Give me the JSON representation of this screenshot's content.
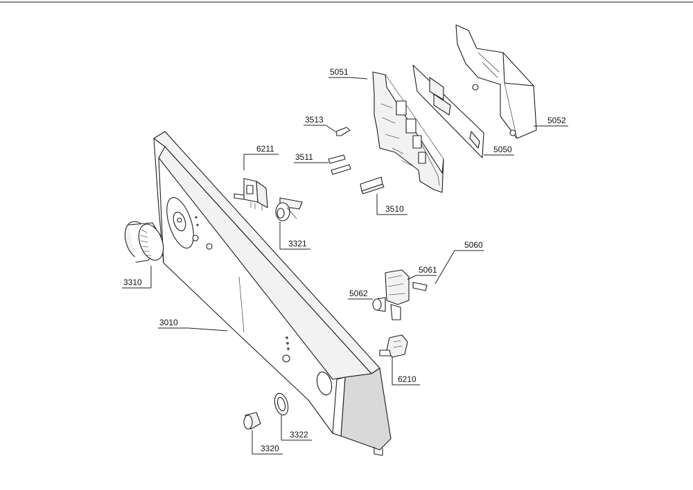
{
  "callouts": {
    "c5051": "5051",
    "c5052": "5052",
    "c5050": "5050",
    "c3513": "3513",
    "c6211": "6211",
    "c3511": "3511",
    "c3510": "3510",
    "c3321": "3321",
    "c3310": "3310",
    "c3010": "3010",
    "c5060": "5060",
    "c5061": "5061",
    "c5062": "5062",
    "c6210": "6210",
    "c3322": "3322",
    "c3320": "3320"
  }
}
